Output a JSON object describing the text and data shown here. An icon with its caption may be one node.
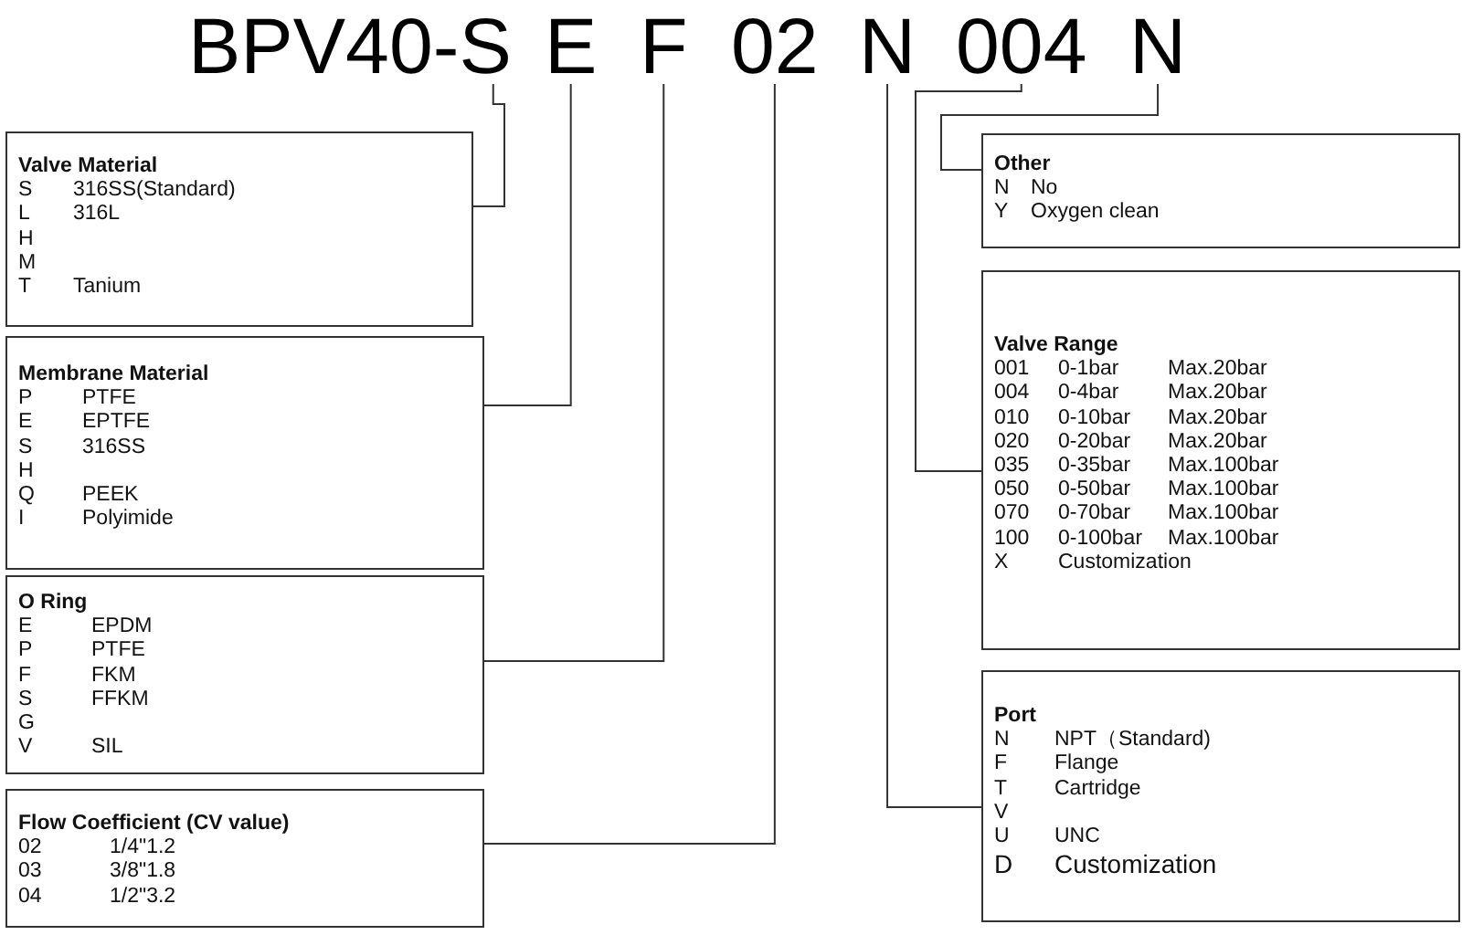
{
  "diagram": {
    "nodes": [
      {
        "text": [
          "BPV40-S"
        ]
      },
      {
        "text": [
          "E"
        ]
      },
      {
        "text": [
          "F"
        ]
      },
      {
        "text": [
          "02"
        ]
      },
      {
        "text": [
          "N"
        ]
      },
      {
        "text": [
          "004"
        ]
      },
      {
        "text": [
          "N"
        ]
      },
      {
        "text": [
          "Valve Material",
          "S\t316SS(Standard)",
          "L\t316L",
          "H",
          "M",
          "T\tTanium"
        ]
      },
      {
        "text": [
          "Membrane  Material",
          "P\tPTFE",
          "E\tEPTFE",
          "S\t316SS",
          "H",
          "Q\tPEEK",
          "I\tPolyimide"
        ]
      },
      {
        "text": [
          "O Ring",
          "E\tEPDM",
          "P\tPTFE",
          "F\tFKM",
          "S\tFFKM",
          "G",
          "V\tSIL"
        ]
      },
      {
        "text": [
          "Flow Coefficient (CV  value)",
          "02\t1/4\"1.2",
          "03\t3/8\"1.8",
          "04\t1/2\"3.2"
        ]
      },
      {
        "text": [
          "Other",
          "N\tNo",
          "Y\tOxygen clean"
        ]
      },
      {
        "text": [
          "Valve Range",
          "001\t0-1bar\tMax.20bar",
          "004\t0-4bar\tMax.20bar",
          "010\t0-10bar\tMax.20bar",
          "020\t0-20bar\tMax.20bar",
          "035\t0-35bar\tMax.100bar",
          "050\t0-50bar\tMax.100bar",
          "070\t0-70bar\tMax.100bar",
          "100\t0-100bar\tMax.100bar",
          "X\tCustomization"
        ]
      },
      {
        "text": [
          "Port",
          "N\tNPT（Standard)",
          "F\tFlange",
          "T\tCartridge",
          "V",
          "U\tUNC",
          "D\tCustomization"
        ]
      }
    ],
    "edges": [
      {
        "from": 0,
        "to": 7,
        "arrow": "none"
      },
      {
        "from": 1,
        "to": 8,
        "arrow": "none"
      },
      {
        "from": 2,
        "to": 9,
        "arrow": "none"
      },
      {
        "from": 3,
        "to": 10,
        "arrow": "none"
      },
      {
        "from": 6,
        "to": 11,
        "arrow": "none"
      },
      {
        "from": 5,
        "to": 12,
        "arrow": "none"
      },
      {
        "from": 4,
        "to": 13,
        "arrow": "none"
      }
    ]
  }
}
